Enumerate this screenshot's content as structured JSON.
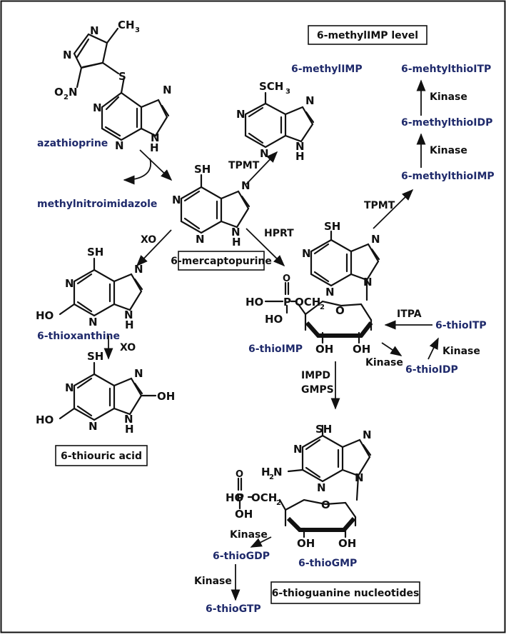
{
  "compounds": {
    "azathioprine": "azathioprine",
    "methylnitroimidazole": "methylnitroimidazole",
    "mercaptopurine": "6-mercaptopurine",
    "methylimp": "6-methylIMP",
    "thioxanthine": "6-thioxanthine",
    "thiouric_acid": "6-thiouric acid",
    "thioimp": "6-thioIMP",
    "methylthioimp": "6-methylthioIMP",
    "methylthioidp": "6-methylthioIDP",
    "methylthioitp": "6-mehtylthioITP",
    "thioitp": "6-thioITP",
    "thioidp": "6-thioIDP",
    "thiogmp": "6-thioGMP",
    "thiogdp": "6-thioGDP",
    "thiogtp": "6-thioGTP"
  },
  "boxes": {
    "methylimp_level": "6-methylIMP level",
    "mercaptopurine": "6-mercaptopurine",
    "thiouric_acid": "6-thiouric acid",
    "thioguanine_nucleotides": "6-thioguanine nucleotides"
  },
  "enzymes": {
    "tpmt": "TPMT",
    "xo": "XO",
    "hprt": "HPRT",
    "kinase": "Kinase",
    "itpa": "ITPA",
    "impd": "IMPD",
    "gmps": "GMPS"
  },
  "atoms": {
    "N": "N",
    "H": "H",
    "S": "S",
    "O": "O",
    "P": "P",
    "SH": "SH",
    "OH": "OH",
    "HO": "HO",
    "CH": "CH",
    "sub3": "3",
    "sub2": "2",
    "SCH": "SCH",
    "NO": "O",
    "NO2N": "N",
    "OCH": "OCH",
    "HOP": "HO",
    "H2": "H"
  },
  "colors": {
    "compound": "#1f2a6b",
    "text": "#111111",
    "background": "#ffffff"
  }
}
